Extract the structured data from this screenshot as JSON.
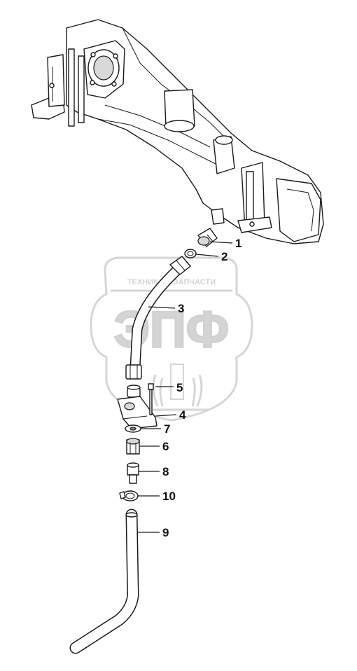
{
  "watermark": {
    "line1": "ТЕХНИКА И ЗАПЧАСТИ",
    "brand": "ЭПФ"
  },
  "callouts": [
    {
      "label": "1"
    },
    {
      "label": "2"
    },
    {
      "label": "3"
    },
    {
      "label": "5"
    },
    {
      "label": "4"
    },
    {
      "label": "7"
    },
    {
      "label": "6"
    },
    {
      "label": "8"
    },
    {
      "label": "10"
    },
    {
      "label": "9"
    }
  ]
}
